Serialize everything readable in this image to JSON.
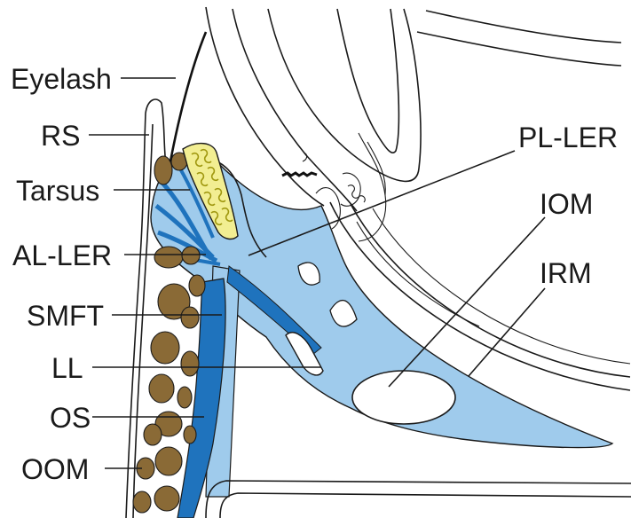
{
  "figure": {
    "labels": {
      "eyelash": "Eyelash",
      "rs": "RS",
      "tarsus": "Tarsus",
      "al_ler": "AL-LER",
      "smft": "SMFT",
      "ll": "LL",
      "os": "OS",
      "oom": "OOM",
      "pl_ler": "PL-LER",
      "iom": "IOM",
      "irm": "IRM"
    },
    "colors": {
      "connective_tissue": "#9fcbec",
      "septum_dark": "#1f73bd",
      "orbicularis_muscle": "#8a6a36",
      "tarsus_fill": "#f2ee92",
      "tarsus_gland_outline": "#a09810",
      "outline": "#1a1a1a"
    }
  }
}
